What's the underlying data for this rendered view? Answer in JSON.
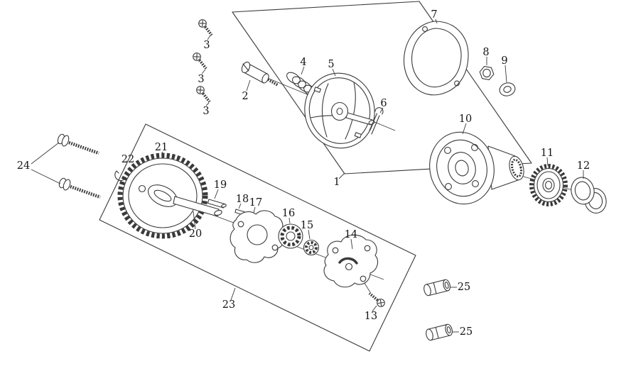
{
  "page": {
    "background": "#ffffff",
    "stroke_color": "#3a3a3a",
    "label_color": "#141414"
  },
  "diagram": {
    "callouts": {
      "c1": "1",
      "c2": "2",
      "c3a": "3",
      "c3b": "3",
      "c3c": "3",
      "c4": "4",
      "c5": "5",
      "c6": "6",
      "c7": "7",
      "c8": "8",
      "c9": "9",
      "c10": "10",
      "c11": "11",
      "c12": "12",
      "c13": "13",
      "c14": "14",
      "c15": "15",
      "c16": "16",
      "c17": "17",
      "c18": "18",
      "c19": "19",
      "c20": "20",
      "c21": "21",
      "c22": "22",
      "c23": "23",
      "c24": "24",
      "c25a": "25",
      "c25b": "25"
    }
  }
}
